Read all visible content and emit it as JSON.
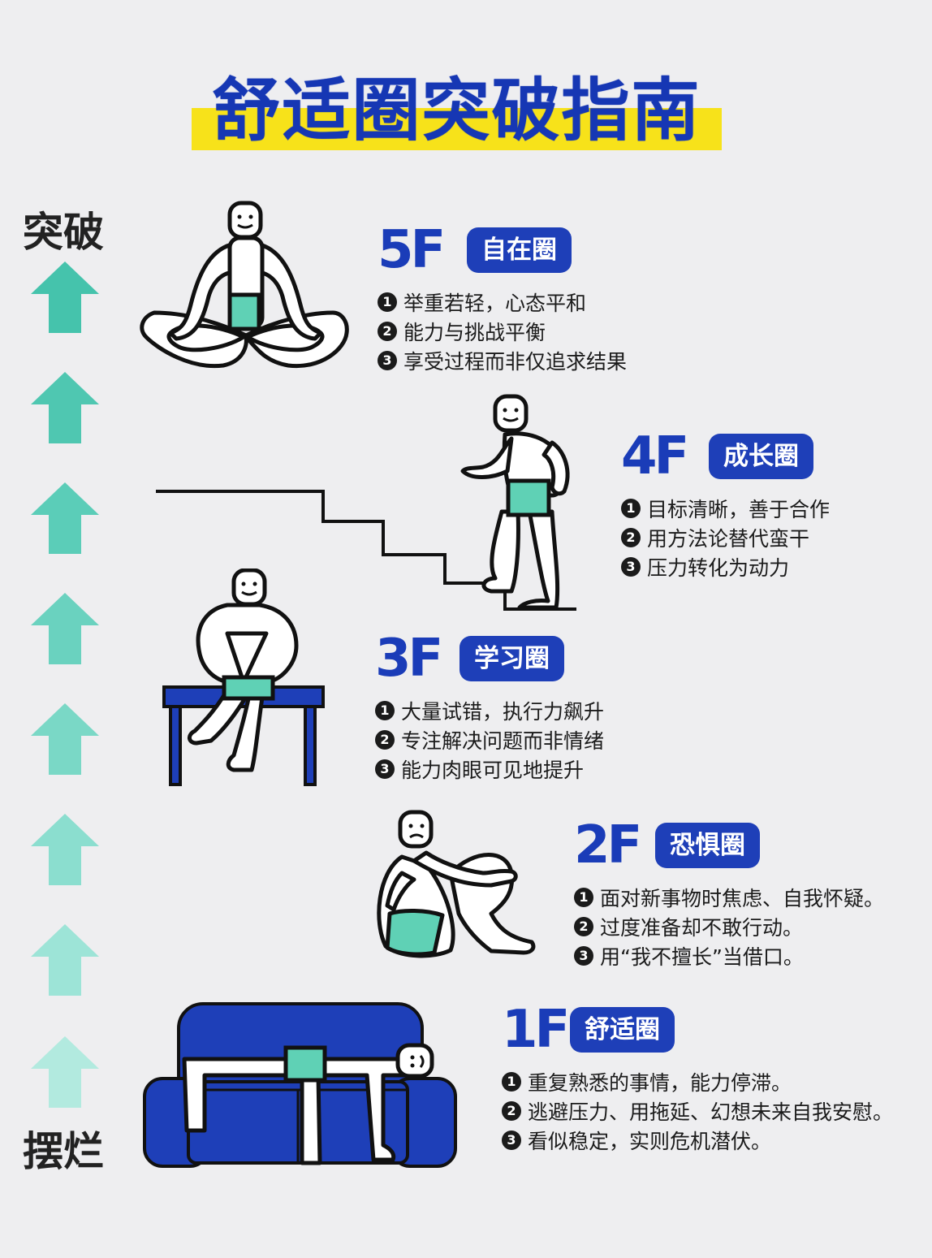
{
  "title": "舒适圈突破指南",
  "side": {
    "top_label": "突破",
    "bottom_label": "摆烂"
  },
  "colors": {
    "accent_blue": "#1e3fb8",
    "highlight_yellow": "#f7e21a",
    "teal": "#5fd1b5",
    "background": "#eeeef0"
  },
  "arrows": [
    {
      "color": "#45c3ac"
    },
    {
      "color": "#4fc7b1"
    },
    {
      "color": "#5bcdb8"
    },
    {
      "color": "#6ad2bf"
    },
    {
      "color": "#7ad8c6"
    },
    {
      "color": "#8bdecf"
    },
    {
      "color": "#9de4d7"
    },
    {
      "color": "#b2eadf"
    }
  ],
  "levels": [
    {
      "floor": "5F",
      "zone": "自在圈",
      "items": [
        "举重若轻，心态平和",
        "能力与挑战平衡",
        "享受过程而非仅追求结果"
      ],
      "icon": "meditating-figure-icon"
    },
    {
      "floor": "4F",
      "zone": "成长圈",
      "items": [
        "目标清晰，善于合作",
        "用方法论替代蛮干",
        "压力转化为动力"
      ],
      "icon": "stair-climbing-figure-icon"
    },
    {
      "floor": "3F",
      "zone": "学习圈",
      "items": [
        "大量试错，执行力飙升",
        "专注解决问题而非情绪",
        "能力肉眼可见地提升"
      ],
      "icon": "reading-figure-icon"
    },
    {
      "floor": "2F",
      "zone": "恐惧圈",
      "items": [
        "面对新事物时焦虑、自我怀疑。",
        "过度准备却不敢行动。",
        "用“我不擅长”当借口。"
      ],
      "icon": "crouching-figure-icon"
    },
    {
      "floor": "1F",
      "zone": "舒适圈",
      "items": [
        "重复熟悉的事情，能力停滞。",
        "逃避压力、用拖延、幻想未来自我安慰。",
        "看似稳定，实则危机潜伏。"
      ],
      "icon": "sofa-lying-figure-icon"
    }
  ],
  "bullets": [
    "❶",
    "❷",
    "❸"
  ]
}
